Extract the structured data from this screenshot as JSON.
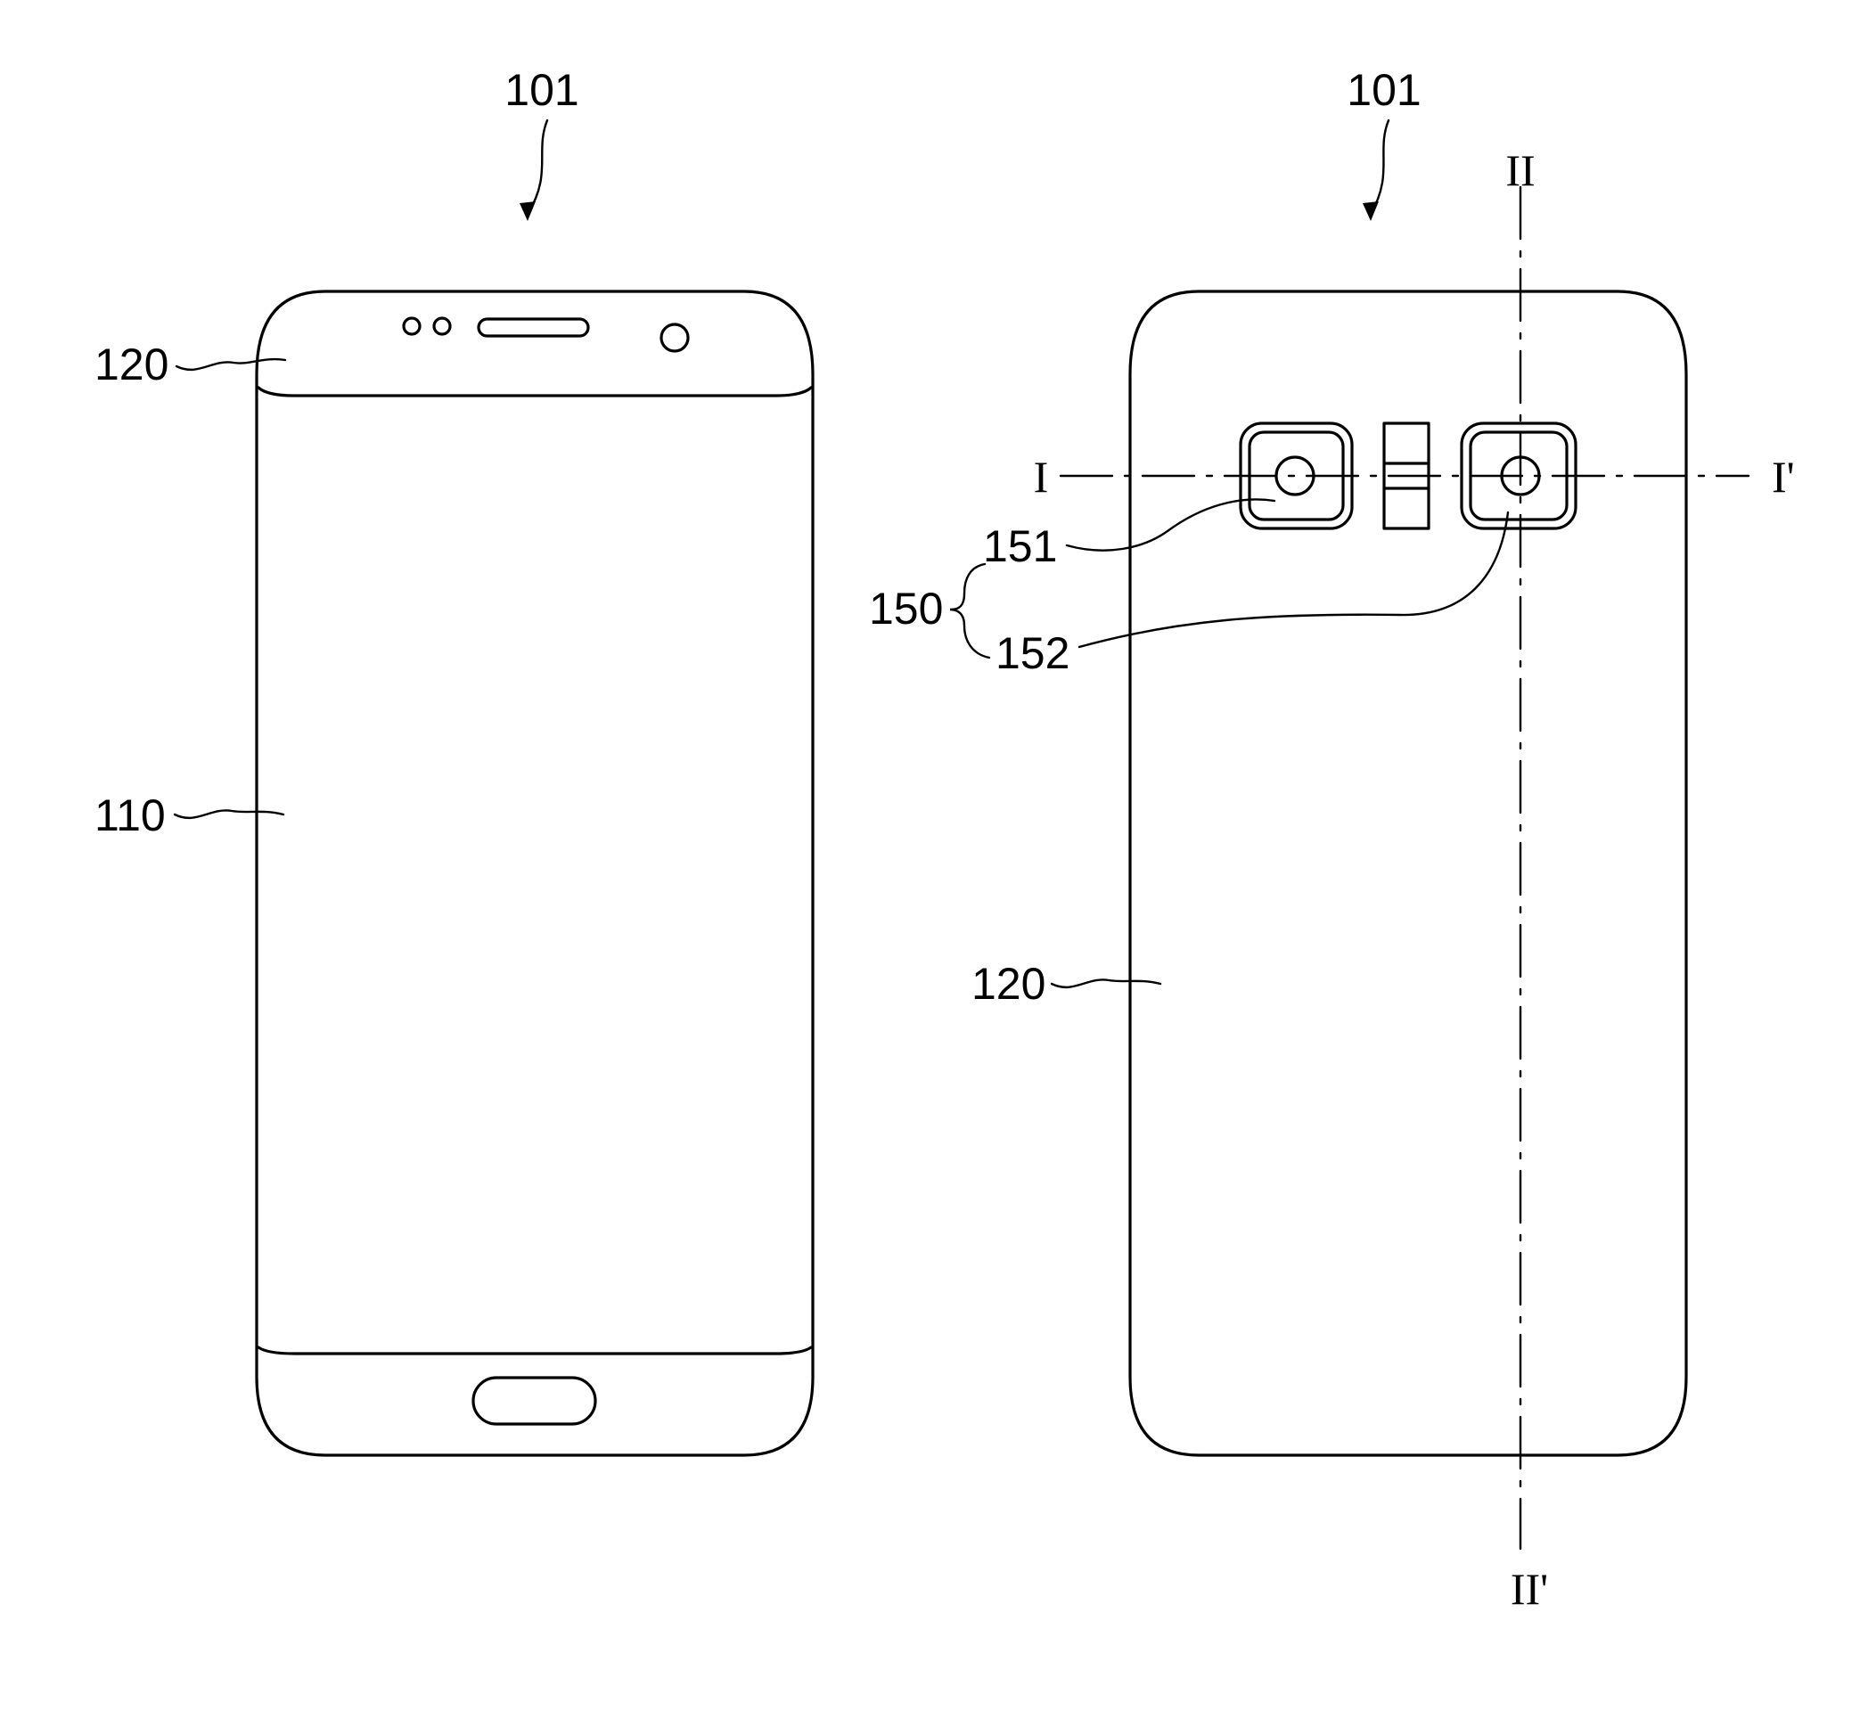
{
  "figure": {
    "front_view": {
      "reference": "101",
      "labels": {
        "edge_top": "120",
        "display": "110"
      }
    },
    "rear_view": {
      "reference": "101",
      "labels": {
        "rear_cover": "120",
        "camera_module": "150",
        "first_camera": "151",
        "second_camera": "152"
      },
      "section_lines": {
        "horizontal_start": "I",
        "horizontal_end": "I'",
        "vertical_start": "II",
        "vertical_end": "II'"
      }
    }
  }
}
